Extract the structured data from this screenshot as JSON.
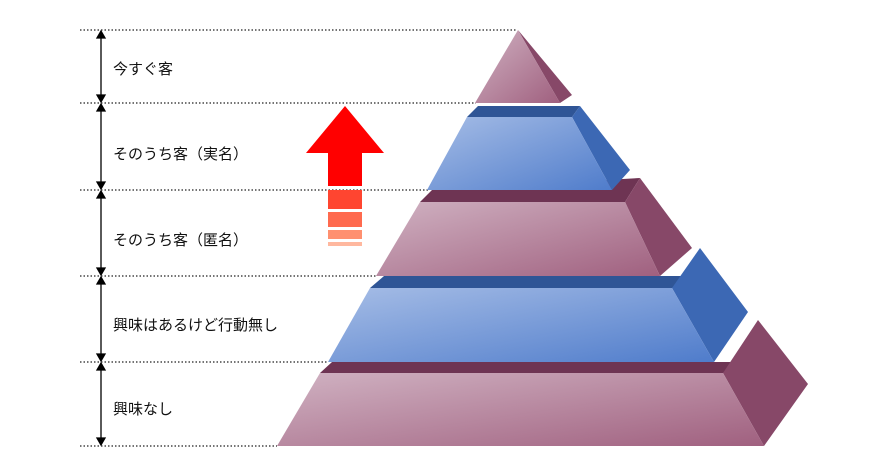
{
  "levels": [
    {
      "label": "今すぐ客",
      "color": "pink"
    },
    {
      "label": "そのうち客（実名）",
      "color": "blue"
    },
    {
      "label": "そのうち客（匿名）",
      "color": "pink"
    },
    {
      "label": "興味はあるけど行動無し",
      "color": "blue"
    },
    {
      "label": "興味なし",
      "color": "pink"
    }
  ],
  "colors": {
    "pink": "#b7869f",
    "blue": "#7b9dd8",
    "arrow": "#ff0000"
  }
}
